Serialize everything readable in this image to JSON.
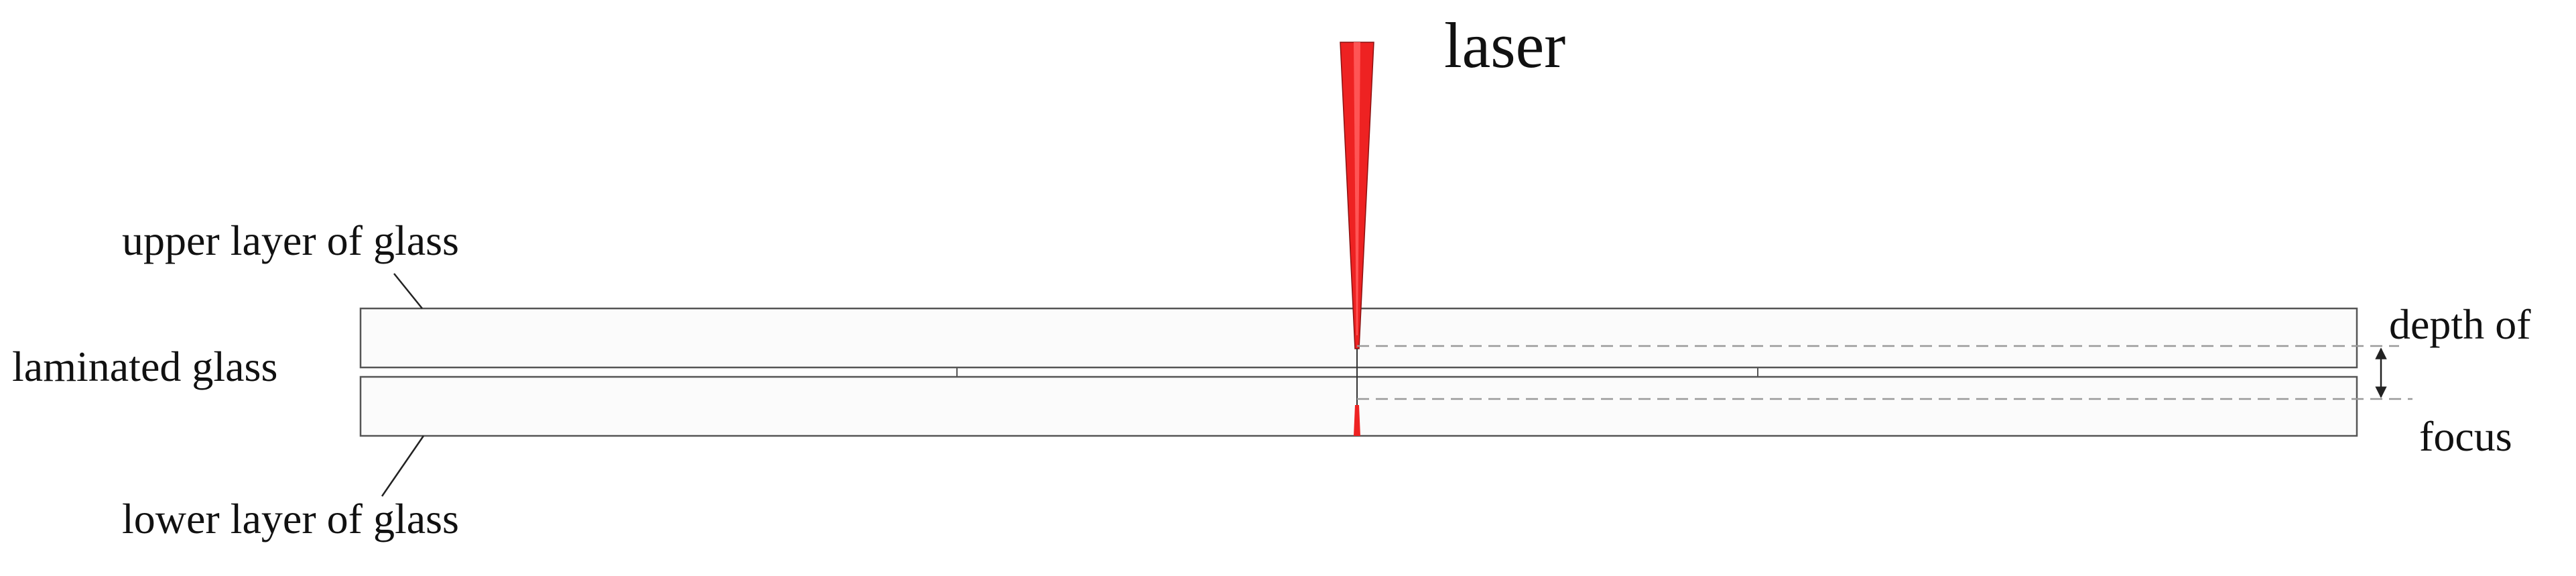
{
  "diagram": {
    "labels": {
      "laser": "laser",
      "upper_layer": "upper layer of glass",
      "laminated": "laminated glass",
      "lower_layer": "lower layer of glass",
      "depth_of": "depth of",
      "focus": "focus"
    },
    "colors": {
      "laser_fill": "#ee2222",
      "laser_core": "#ff5555",
      "glass_fill": "#fbfbfb",
      "glass_stroke": "#555555",
      "dash": "#9a9a9a",
      "leader": "#222222",
      "text": "#111111"
    }
  }
}
